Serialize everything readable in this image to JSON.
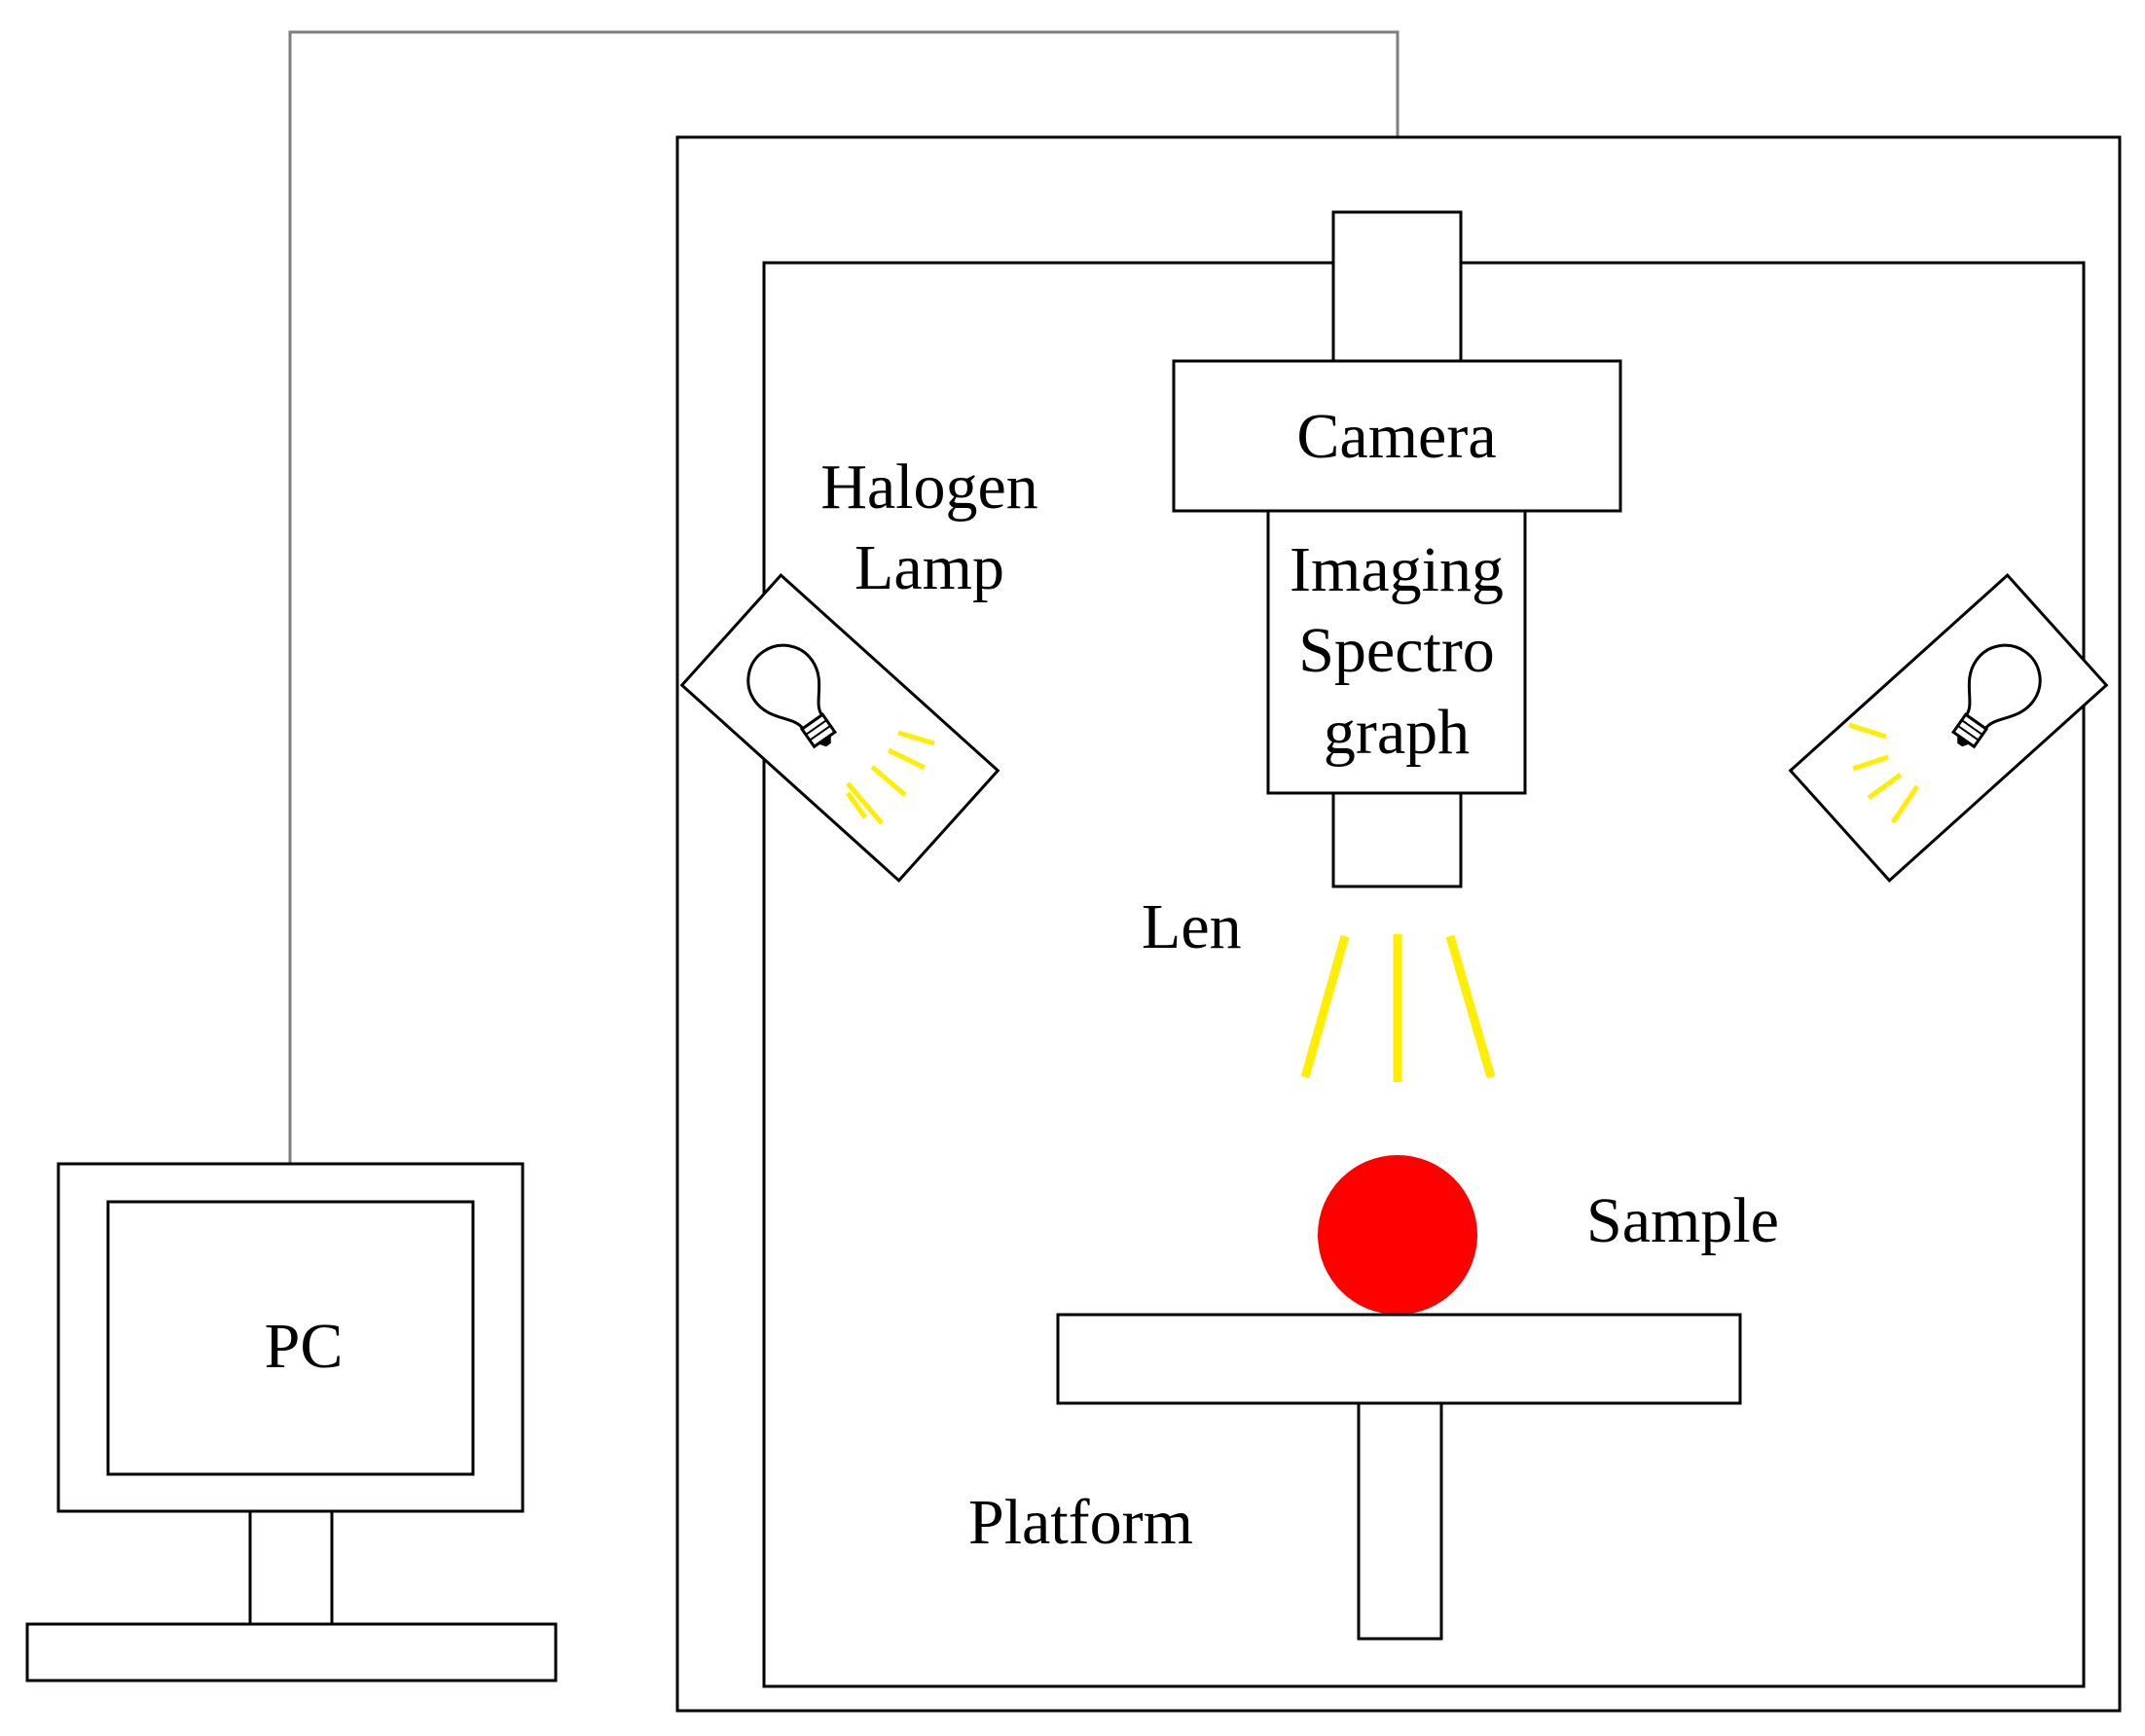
{
  "diagram": {
    "labels": {
      "camera": "Camera",
      "imaging_line1": "Imaging",
      "imaging_line2": "Spectro",
      "imaging_line3": "graph",
      "halogen_line1": "Halogen",
      "halogen_line2": "Lamp",
      "len": "Len",
      "sample": "Sample",
      "platform": "Platform",
      "pc": "PC"
    },
    "colors": {
      "light_rays": "#ffee00",
      "sample": "#ff0000",
      "outline": "#000000",
      "cable": "#7f7f7f"
    }
  }
}
